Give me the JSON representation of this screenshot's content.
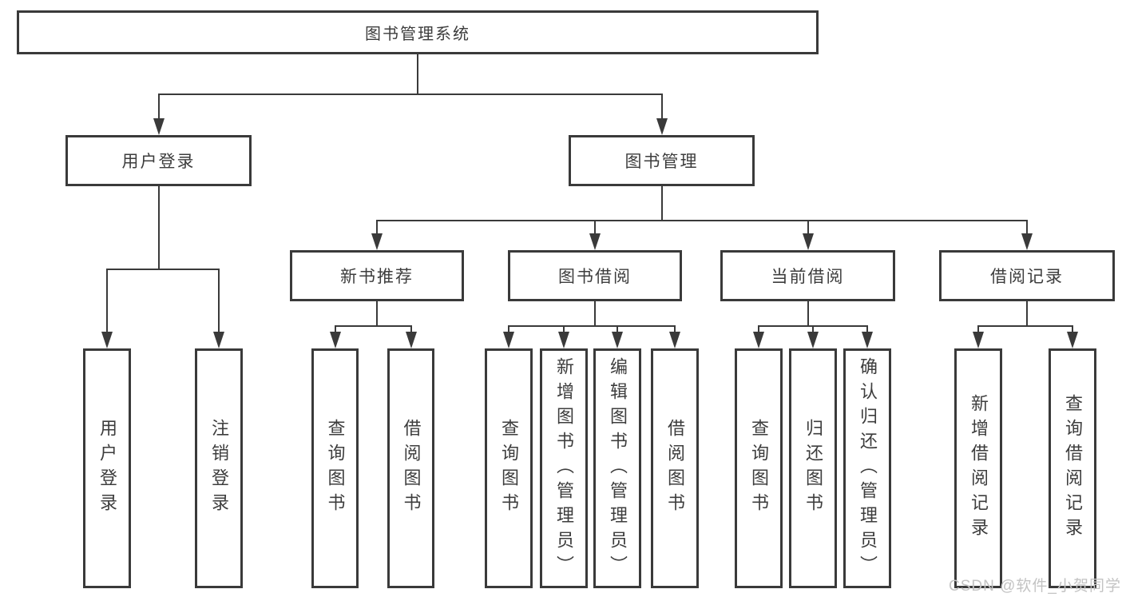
{
  "watermark": "CSDN @软件_小贺同学",
  "colors": {
    "line": "#3a3a3a",
    "text": "#3d3d3d",
    "box_bg": "#ffffff",
    "watermark": "#c3c3c3"
  },
  "tree": {
    "id": "root",
    "label": "图书管理系统",
    "children": [
      {
        "id": "login",
        "label": "用户登录",
        "children": [
          {
            "id": "user-login",
            "label": "用户登录"
          },
          {
            "id": "logout",
            "label": "注销登录"
          }
        ]
      },
      {
        "id": "mgmt",
        "label": "图书管理",
        "children": [
          {
            "id": "new-books",
            "label": "新书推荐",
            "children": [
              {
                "id": "nb-query",
                "label": "查询图书"
              },
              {
                "id": "nb-borrow",
                "label": "借阅图书"
              }
            ]
          },
          {
            "id": "borrow",
            "label": "图书借阅",
            "children": [
              {
                "id": "bw-query",
                "label": "查询图书"
              },
              {
                "id": "bw-add",
                "label": "新增图书（管理员）"
              },
              {
                "id": "bw-edit",
                "label": "编辑图书（管理员）"
              },
              {
                "id": "bw-borrow",
                "label": "借阅图书"
              }
            ]
          },
          {
            "id": "current",
            "label": "当前借阅",
            "children": [
              {
                "id": "cur-query",
                "label": "查询图书"
              },
              {
                "id": "cur-return",
                "label": "归还图书"
              },
              {
                "id": "cur-confirm",
                "label": "确认归还（管理员）"
              }
            ]
          },
          {
            "id": "records",
            "label": "借阅记录",
            "children": [
              {
                "id": "rec-add",
                "label": "新增借阅记录"
              },
              {
                "id": "rec-query",
                "label": "查询借阅记录"
              }
            ]
          }
        ]
      }
    ]
  }
}
